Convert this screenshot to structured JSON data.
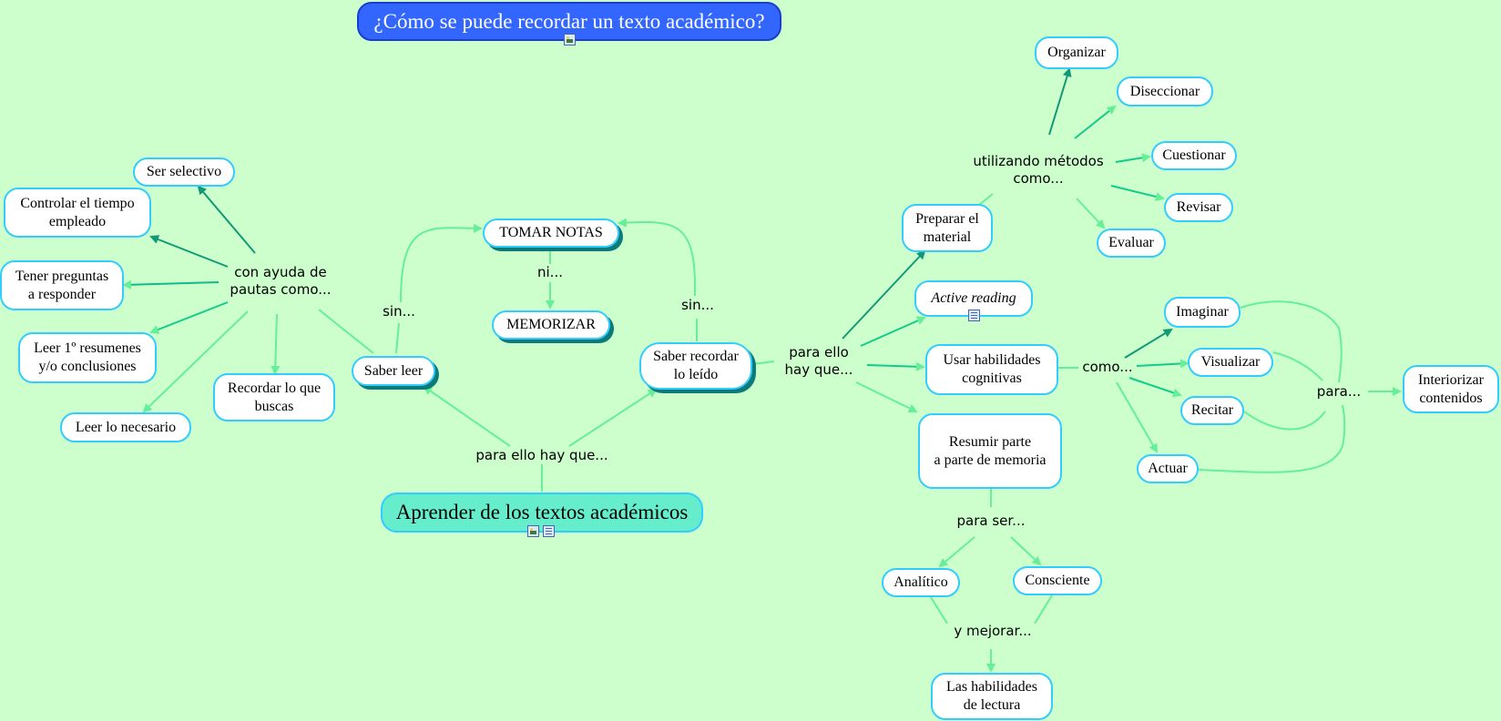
{
  "title": "¿Cómo se puede recordar un texto académico?",
  "main": "Aprender de los textos académicos",
  "colors": {
    "background": "#ccffcc",
    "title_fill": "#3366ff",
    "main_fill": "#66eecc",
    "node_border": "#33ccff",
    "link_light": "#66ee99",
    "link_dark": "#119977"
  },
  "nodes": {
    "tomar_notas": "TOMAR NOTAS",
    "memorizar": "MEMORIZAR",
    "saber_leer": "Saber leer",
    "saber_recordar": "Saber recordar\nlo leído",
    "ser_selectivo": "Ser selectivo",
    "controlar": "Controlar el tiempo\nempleado",
    "tener_preguntas": "Tener preguntas\na responder",
    "leer_resumenes": "Leer 1º resumenes\ny/o conclusiones",
    "leer_necesario": "Leer lo necesario",
    "recordar_buscas": "Recordar lo que\nbuscas",
    "preparar": "Preparar el\nmaterial",
    "active_reading": "Active reading",
    "usar_habilidades": "Usar habilidades\ncognitivas",
    "resumir": "Resumir parte\na parte de memoria",
    "organizar": "Organizar",
    "diseccionar": "Diseccionar",
    "cuestionar": "Cuestionar",
    "revisar": "Revisar",
    "evaluar": "Evaluar",
    "imaginar": "Imaginar",
    "visualizar": "Visualizar",
    "recitar": "Recitar",
    "actuar": "Actuar",
    "interiorizar": "Interiorizar\ncontenidos",
    "analitico": "Analítico",
    "consciente": "Consciente",
    "habilidades_lectura": "Las habilidades\nde lectura"
  },
  "links": {
    "para_ello_main": "para ello hay que...",
    "sin_left": "sin...",
    "sin_right": "sin...",
    "ni": "ni...",
    "con_ayuda": "con ayuda de\npautas como...",
    "para_ello_right": "para ello\nhay que...",
    "utilizando": "utilizando métodos\ncomo...",
    "como": "como...",
    "para": "para...",
    "para_ser": "para ser...",
    "y_mejorar": "y mejorar..."
  }
}
